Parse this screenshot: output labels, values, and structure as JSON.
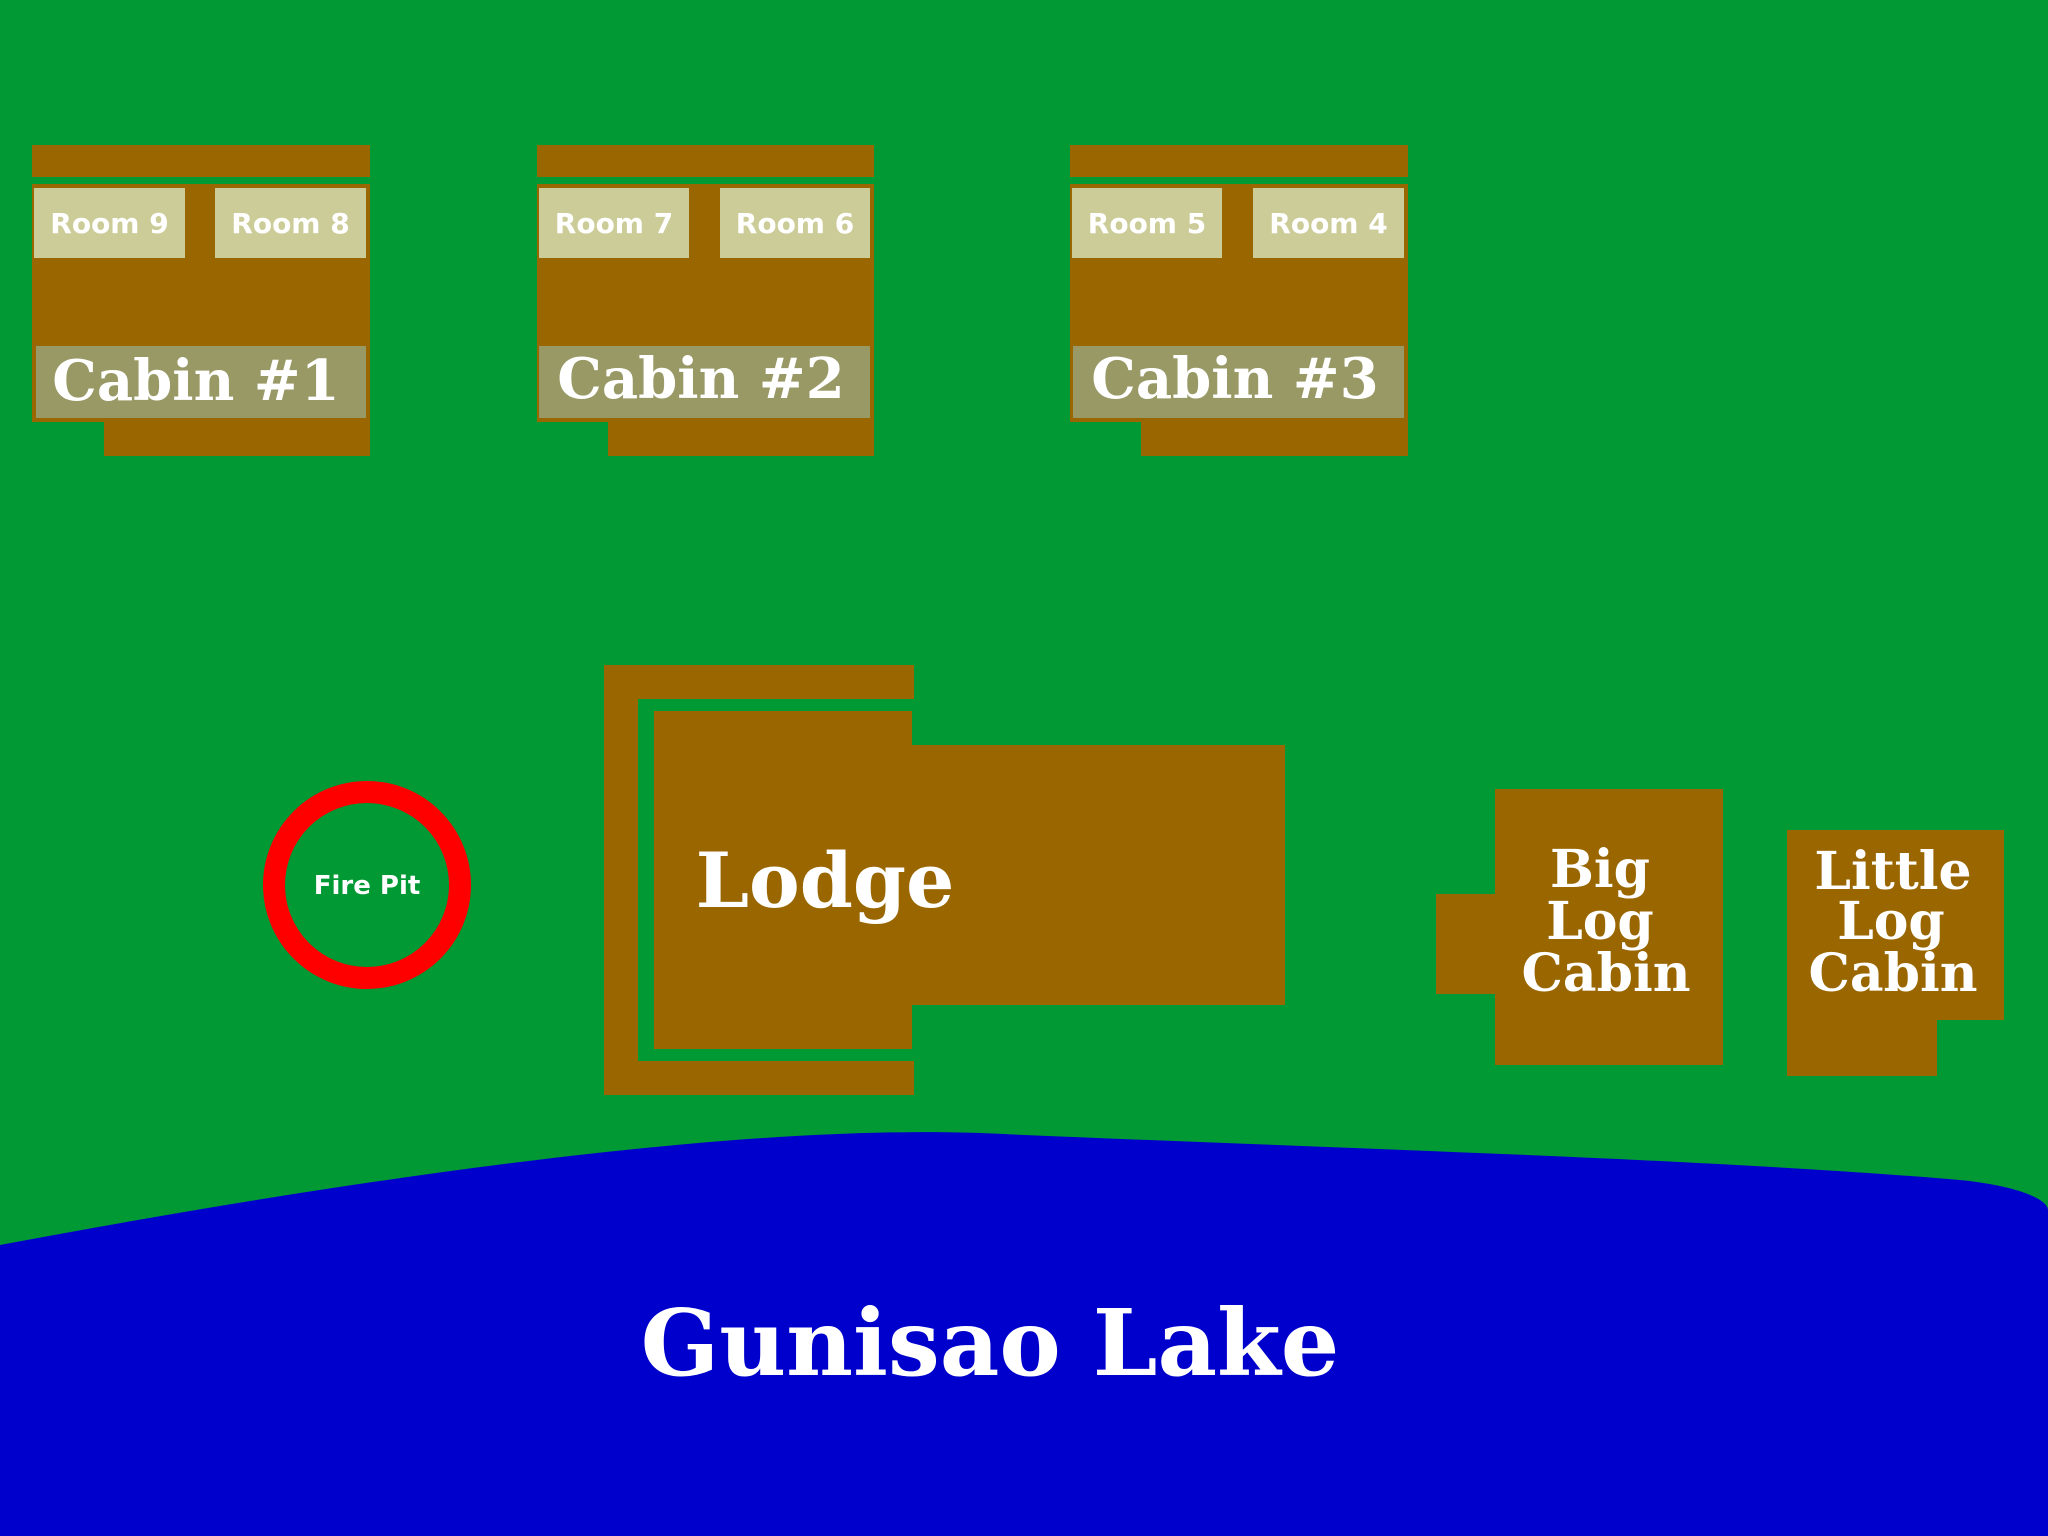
{
  "colors": {
    "grass": "#009933",
    "building": "#996600",
    "room": "#cccc99",
    "cabin_label_bg": "#999966",
    "fire_ring": "#ff0000",
    "lake": "#0000cc",
    "text": "#ffffff"
  },
  "cabins": [
    {
      "label": "Cabin #1",
      "rooms": [
        "Room 9",
        "Room 8"
      ]
    },
    {
      "label": "Cabin #2",
      "rooms": [
        "Room 7",
        "Room 6"
      ]
    },
    {
      "label": "Cabin #3",
      "rooms": [
        "Room 5",
        "Room 4"
      ]
    }
  ],
  "fire_pit": {
    "label": "Fire Pit"
  },
  "lodge": {
    "label": "Lodge"
  },
  "big_log_cabin": {
    "lines": [
      "Big",
      "Log",
      "Cabin"
    ]
  },
  "little_log_cabin": {
    "lines": [
      "Little",
      "Log",
      "Cabin"
    ]
  },
  "lake": {
    "label": "Gunisao Lake"
  }
}
